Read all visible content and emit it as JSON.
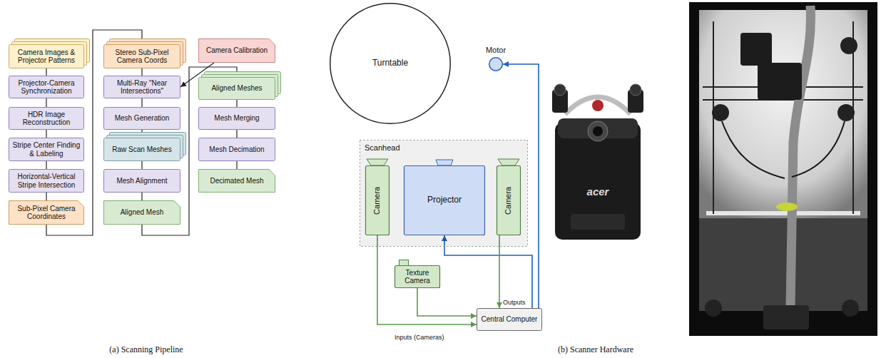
{
  "diagram": {
    "nodes": [
      {
        "text": [
          "Camera Images & Projector Patterns"
        ]
      },
      {
        "text": [
          "Projector-Camera Synchronization"
        ]
      },
      {
        "text": [
          "HDR Image Reconstruction"
        ]
      },
      {
        "text": [
          "Stripe Center Finding & Labeling"
        ]
      },
      {
        "text": [
          "Horizontal-Vertical Stripe Intersection"
        ]
      },
      {
        "text": [
          "Sub-Pixel Camera Coordinates"
        ]
      },
      {
        "text": [
          "Stereo Sub-Pixel Camera Coords"
        ]
      },
      {
        "text": [
          "Camera Calibration"
        ]
      },
      {
        "text": [
          "Multi-Ray \"Near Intersections\""
        ]
      },
      {
        "text": [
          "Mesh Generation"
        ]
      },
      {
        "text": [
          "Raw Scan Meshes"
        ]
      },
      {
        "text": [
          "Mesh Alignment"
        ]
      },
      {
        "text": [
          "Aligned Mesh"
        ]
      },
      {
        "text": [
          "Aligned Meshes"
        ]
      },
      {
        "text": [
          "Mesh Merging"
        ]
      },
      {
        "text": [
          "Mesh Decimation"
        ]
      },
      {
        "text": [
          "Decimated Mesh"
        ]
      },
      {
        "text": [
          "Turntable"
        ]
      },
      {
        "text": [
          "Motor"
        ]
      },
      {
        "text": [
          "Scanhead"
        ]
      },
      {
        "text": [
          "Camera"
        ],
        "in": 19
      },
      {
        "text": [
          "Projector"
        ],
        "in": 19
      },
      {
        "text": [
          "Camera"
        ],
        "in": 19
      },
      {
        "text": [
          "Texture Camera"
        ]
      },
      {
        "text": [
          "Central Computer"
        ]
      }
    ],
    "edges": [
      {
        "from": 0,
        "to": 1,
        "arrow": "none"
      },
      {
        "from": 1,
        "to": 2,
        "arrow": "none"
      },
      {
        "from": 2,
        "to": 3,
        "arrow": "none"
      },
      {
        "from": 3,
        "to": 4,
        "arrow": "none"
      },
      {
        "from": 4,
        "to": 5,
        "arrow": "none"
      },
      {
        "from": 5,
        "to": 6,
        "arrow": "none"
      },
      {
        "from": 6,
        "to": 8,
        "arrow": "none"
      },
      {
        "from": 7,
        "to": 8,
        "arrow": "to"
      },
      {
        "from": 8,
        "to": 9,
        "arrow": "none"
      },
      {
        "from": 9,
        "to": 10,
        "arrow": "none"
      },
      {
        "from": 10,
        "to": 11,
        "arrow": "none"
      },
      {
        "from": 11,
        "to": 12,
        "arrow": "none"
      },
      {
        "from": 12,
        "to": 13,
        "arrow": "none"
      },
      {
        "from": 13,
        "to": 14,
        "arrow": "none"
      },
      {
        "from": 14,
        "to": 15,
        "arrow": "none"
      },
      {
        "from": 15,
        "to": 16,
        "arrow": "none"
      },
      {
        "from": 24,
        "to": 18,
        "arrow": "to"
      },
      {
        "from": 24,
        "to": 21,
        "arrow": "to"
      },
      {
        "from": 20,
        "to": 24,
        "arrow": "to"
      },
      {
        "from": 23,
        "to": 24,
        "arrow": "to"
      },
      {
        "from": 22,
        "to": 24,
        "arrow": "to"
      }
    ],
    "labels": [
      "Outputs",
      "Inputs (Cameras)",
      "acer",
      "(a) Scanning Pipeline",
      "(b) Scanner Hardware"
    ]
  }
}
